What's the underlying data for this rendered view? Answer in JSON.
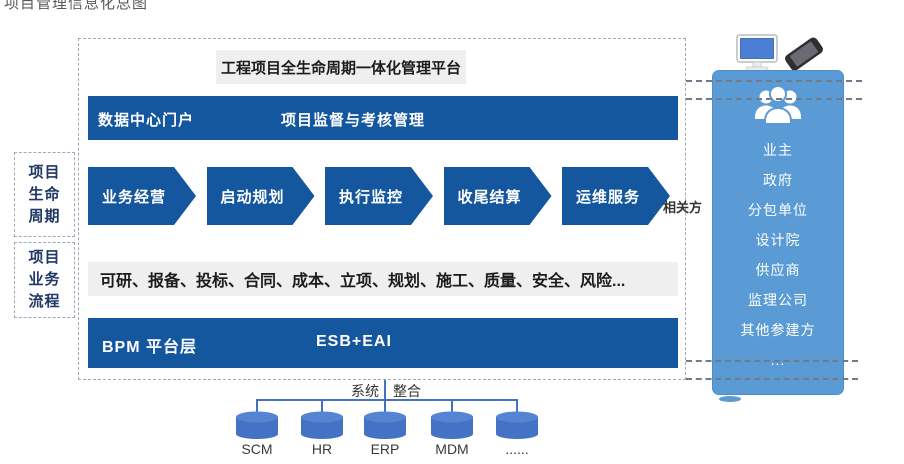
{
  "caption": "项目管理信息化总图",
  "platform": {
    "title": "工程项目全生命周期一体化管理平台",
    "portal_left": "数据中心门户",
    "portal_right": "项目监督与考核管理",
    "lifecycle_stages": [
      "业务经营",
      "启动规划",
      "执行监控",
      "收尾结算",
      "运维服务"
    ],
    "process_items": "可研、报备、投标、合同、成本、立项、规划、施工、质量、安全、风险...",
    "bpm_left": "BPM  平台层",
    "bpm_right": "ESB+EAI"
  },
  "side_labels": {
    "lifecycle": [
      "项目",
      "生命",
      "周期"
    ],
    "process": [
      "项目",
      "业务",
      "流程"
    ]
  },
  "stakeholders": {
    "label": "相关方",
    "items": [
      "业主",
      "政府",
      "分包单位",
      "设计院",
      "供应商",
      "监理公司",
      "其他参建方",
      "..."
    ]
  },
  "integration": {
    "label_left": "系统",
    "label_right": "整合",
    "systems": [
      "SCM",
      "HR",
      "ERP",
      "MDM",
      "......"
    ]
  },
  "icons": {
    "desktop": "desktop-computer-icon",
    "phone": "smartphone-icon",
    "people": "stakeholder-group-icon",
    "database": "database-cylinder-icon"
  },
  "colors": {
    "primary_blue": "#15579e",
    "panel_blue": "#5b9bd5",
    "cylinder_blue": "#4472c4",
    "bar_gray": "#efefef"
  }
}
